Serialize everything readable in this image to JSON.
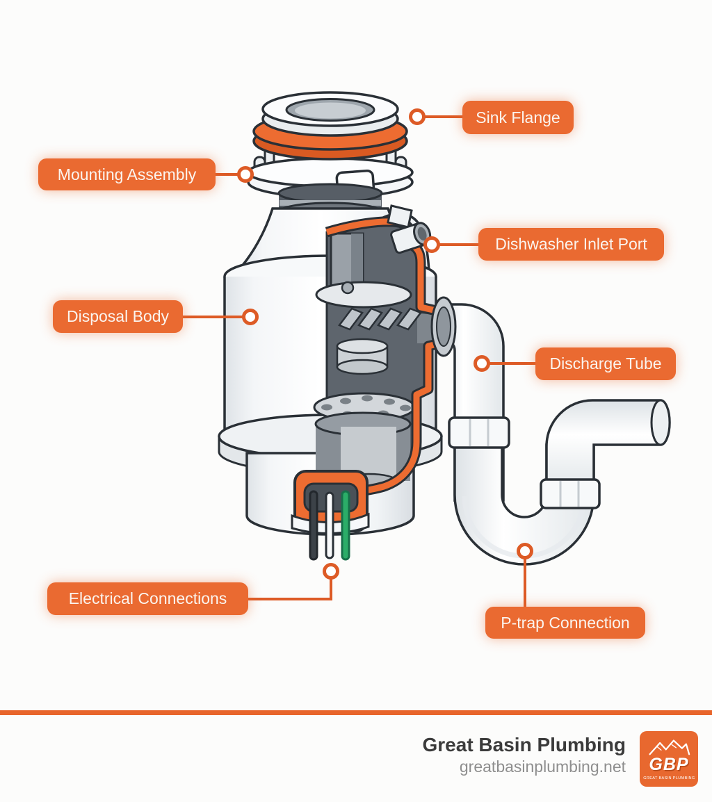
{
  "page": {
    "background": "#FCFCFB"
  },
  "labels": {
    "sink_flange": "Sink Flange",
    "mounting_assembly": "Mounting Assembly",
    "dishwasher_inlet_port": "Dishwasher Inlet Port",
    "disposal_body": "Disposal Body",
    "discharge_tube": "Discharge Tube",
    "electrical_connections": "Electrical Connections",
    "p_trap_connection": "P-trap Connection"
  },
  "colors": {
    "accent": "#EA6A31",
    "accent_deep": "#DD5B26",
    "divider": "#E8652B",
    "text_dark": "#3B3B3B",
    "text_gray": "#8E8E8E",
    "logo_bg": "#E8682F",
    "cut_section": "#ED6C31",
    "wire_black": "#3C4248",
    "wire_white": "#FAFBFC",
    "wire_green": "#2BAD68"
  },
  "icons": {
    "logo": "mountain-icon"
  },
  "footer": {
    "company_name": "Great Basin Plumbing",
    "website": "greatbasinplumbing.net",
    "logo": {
      "abbr": "GBP",
      "tagline": "GREAT BASIN PLUMBING"
    }
  }
}
